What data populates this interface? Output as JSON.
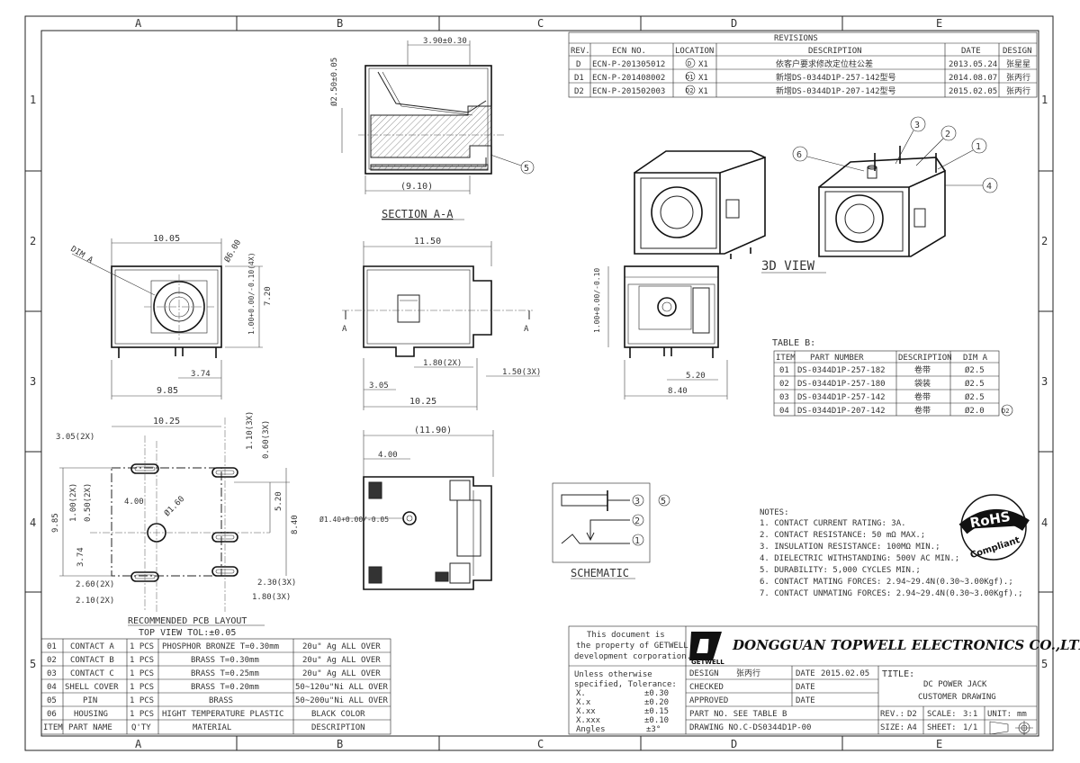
{
  "zones": {
    "top": [
      "A",
      "B",
      "C",
      "D",
      "E"
    ],
    "bottom": [
      "A",
      "B",
      "C",
      "D",
      "E"
    ],
    "left": [
      "1",
      "2",
      "3",
      "4",
      "5"
    ],
    "right": [
      "1",
      "2",
      "3",
      "4",
      "5"
    ]
  },
  "revisions": {
    "title": "REVISIONS",
    "headers": [
      "REV.",
      "ECN NO.",
      "LOCATION",
      "DESCRIPTION",
      "DATE",
      "DESIGN"
    ],
    "rows": [
      {
        "rev": "D",
        "ecn": "ECN-P-201305012",
        "loc_mark": "D",
        "loc": "X1",
        "desc": "依客户要求修改定位柱公差",
        "date": "2013.05.24",
        "design": "张星星"
      },
      {
        "rev": "D1",
        "ecn": "ECN-P-201408002",
        "loc_mark": "D1",
        "loc": "X1",
        "desc": "新增DS-0344D1P-257-142型号",
        "date": "2014.08.07",
        "design": "张丙行"
      },
      {
        "rev": "D2",
        "ecn": "ECN-P-201502003",
        "loc_mark": "D2",
        "loc": "X1",
        "desc": "新增DS-0344D1P-207-142型号",
        "date": "2015.02.05",
        "design": "张丙行"
      }
    ]
  },
  "section_view": {
    "label": "SECTION A-A",
    "dims": {
      "width_top": "3.90±0.30",
      "dia_vert": "Ø2.50±0.05",
      "width_bottom": "(9.10)"
    },
    "callout": "5"
  },
  "view_3d": {
    "label": "3D VIEW",
    "callouts": [
      "1",
      "2",
      "3",
      "4",
      "6"
    ]
  },
  "front_view": {
    "dims": {
      "w": "10.05",
      "dia": "Ø6.00",
      "h": "7.20",
      "pin_h": "1.00+0.00/-0.10(4X)",
      "offset": "3.74",
      "base": "9.85",
      "dim_a": "DIM A"
    }
  },
  "side_view": {
    "dims": {
      "w": "11.50",
      "a_left": "A",
      "a_right": "A",
      "tab": "1.80(2X)",
      "tab2": "1.50(3X)",
      "e1": "3.05",
      "e2": "10.25"
    }
  },
  "rear_view": {
    "dims": {
      "h": "1.00+0.00/-0.10",
      "a": "5.20",
      "b": "8.40"
    }
  },
  "bottom_view": {
    "dims": {
      "w": "(11.90)",
      "a": "4.00",
      "hole": "Ø1.40+0.00/-0.05"
    }
  },
  "pcb_layout": {
    "label": "RECOMMENDED PCB LAYOUT",
    "sublabel": "TOP VIEW TOL:±0.05",
    "dims": {
      "w": "10.25",
      "d1": "3.05(2X)",
      "d2": "1.10(3X)",
      "d3": "0.60(3X)",
      "d4": "1.00(2X)",
      "d5": "0.50(2X)",
      "d6": "4.00",
      "d7": "Ø1.60",
      "d8": "9.85",
      "d9": "5.20",
      "d10": "8.40",
      "d11": "3.74",
      "d12": "2.60(2X)",
      "d13": "2.10(2X)",
      "d14": "2.30(3X)",
      "d15": "1.80(3X)"
    }
  },
  "schematic": {
    "label": "SCHEMATIC",
    "pins": [
      "3",
      "2",
      "1"
    ],
    "callout": "5"
  },
  "table_b": {
    "title": "TABLE B:",
    "headers": [
      "ITEM",
      "PART NUMBER",
      "DESCRIPTION",
      "DIM A"
    ],
    "rows": [
      {
        "item": "01",
        "pn": "DS-0344D1P-257-182",
        "desc": "卷带",
        "dim": "Ø2.5"
      },
      {
        "item": "02",
        "pn": "DS-0344D1P-257-180",
        "desc": "袋装",
        "dim": "Ø2.5"
      },
      {
        "item": "03",
        "pn": "DS-0344D1P-257-142",
        "desc": "卷带",
        "dim": "Ø2.5"
      },
      {
        "item": "04",
        "pn": "DS-0344D1P-207-142",
        "desc": "卷带",
        "dim": "Ø2.0"
      }
    ],
    "rev_mark": "D2"
  },
  "notes": {
    "title": "NOTES:",
    "items": [
      "1. CONTACT CURRENT RATING: 3A.",
      "2. CONTACT RESISTANCE: 50 mΩ MAX.;",
      "3. INSULATION RESISTANCE: 100MΩ MIN.;",
      "4. DIELECTRIC WITHSTANDING: 500V AC MIN.;",
      "5. DURABILITY: 5,000 CYCLES MIN.;",
      "6. CONTACT MATING FORCES: 2.94~29.4N(0.30~3.00Kgf).;",
      "7. CONTACT UNMATING FORCES: 2.94~29.4N(0.30~3.00Kgf).;"
    ]
  },
  "rohs": {
    "top": "RoHS",
    "bottom": "Compliant"
  },
  "bom": {
    "headers": [
      "ITEM",
      "PART NAME",
      "Q'TY",
      "MATERIAL",
      "DESCRIPTION"
    ],
    "rows": [
      {
        "item": "01",
        "name": "CONTACT A",
        "qty": "1 PCS",
        "mat": "PHOSPHOR BRONZE T=0.30mm",
        "desc": "20u\" Ag ALL OVER"
      },
      {
        "item": "02",
        "name": "CONTACT B",
        "qty": "1 PCS",
        "mat": "BRASS T=0.30mm",
        "desc": "20u\" Ag ALL OVER"
      },
      {
        "item": "03",
        "name": "CONTACT C",
        "qty": "1 PCS",
        "mat": "BRASS T=0.25mm",
        "desc": "20u\" Ag ALL OVER"
      },
      {
        "item": "04",
        "name": "SHELL COVER",
        "qty": "1 PCS",
        "mat": "BRASS T=0.20mm",
        "desc": "50~120u\"Ni ALL OVER"
      },
      {
        "item": "05",
        "name": "PIN",
        "qty": "1 PCS",
        "mat": "BRASS",
        "desc": "50~200u\"Ni ALL OVER"
      },
      {
        "item": "06",
        "name": "HOUSING",
        "qty": "1 PCS",
        "mat": "HIGHT TEMPERATURE PLASTIC",
        "desc": "BLACK COLOR"
      }
    ]
  },
  "title_block": {
    "property_text": [
      "This document is",
      "the property of GETWELL",
      "development corporation."
    ],
    "logo_text": "GETWELL",
    "company": "DONGGUAN TOPWELL ELECTRONICS CO.,LTD",
    "tolerance_lines": [
      "Unless otherwise",
      "specified, Tolerance:"
    ],
    "tolerances": [
      {
        "k": "X.",
        "v": "±0.30"
      },
      {
        "k": "X.x",
        "v": "±0.20"
      },
      {
        "k": "X.xx",
        "v": "±0.15"
      },
      {
        "k": "X.xxx",
        "v": "±0.10"
      },
      {
        "k": "Angles",
        "v": "±3°"
      }
    ],
    "design_label": "DESIGN",
    "design_name": "张丙行",
    "date_label": "DATE",
    "design_date": "2015.02.05",
    "checked_label": "CHECKED",
    "approved_label": "APPROVED",
    "title_label": "TITLE:",
    "title_line1": "DC POWER JACK",
    "title_line2": "CUSTOMER DRAWING",
    "part_no": "PART NO. SEE TABLE B",
    "drawing_no": "DRAWING NO.C-DS0344D1P-00",
    "rev_label": "REV.:",
    "rev": "D2",
    "scale_label": "SCALE:",
    "scale": "3:1",
    "unit_label": "UNIT:",
    "unit": "mm",
    "size_label": "SIZE:",
    "size": "A4",
    "sheet_label": "SHEET:",
    "sheet": "1/1"
  }
}
